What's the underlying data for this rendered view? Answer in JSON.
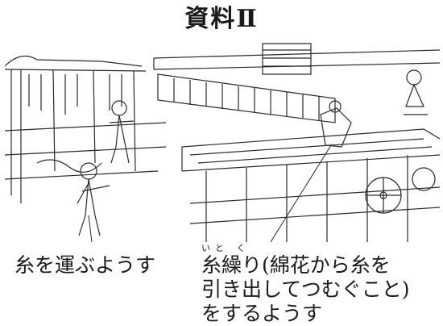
{
  "title": "資料Ⅱ",
  "captions": {
    "left": "糸を運ぶようす",
    "right_ruby": "いと く",
    "right_lines": [
      "糸繰り(綿花から糸を",
      "引き出してつむぐこと)",
      "をするようす"
    ]
  },
  "colors": {
    "ink": "#1a1a1a",
    "paper": "#ffffff"
  }
}
